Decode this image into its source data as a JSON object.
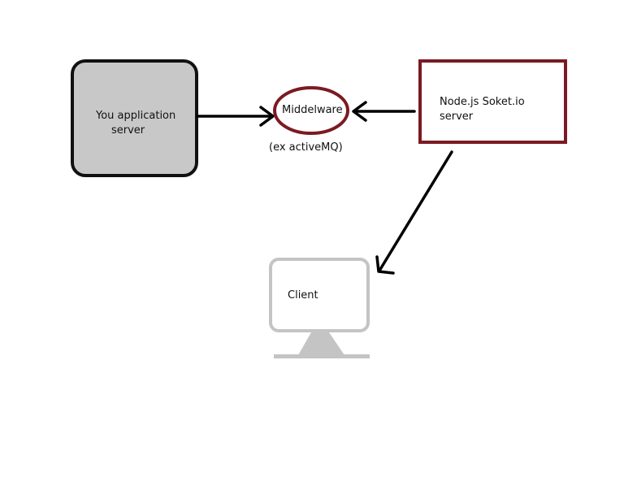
{
  "colors": {
    "background": "#ffffff",
    "app_server_fill": "#c8c8c8",
    "app_server_border": "#111111",
    "accent_maroon": "#7b1a22",
    "client_gray": "#c4c4c4",
    "arrow": "#000000",
    "text": "#111111"
  },
  "nodes": {
    "app_server": {
      "line1": "You application",
      "line2": "server"
    },
    "middleware": {
      "label": "Middelware",
      "caption": "(ex activeMQ)"
    },
    "node_server": {
      "line1": "Node.js Soket.io",
      "line2": "server"
    },
    "client": {
      "label": "Client",
      "icon": "monitor-icon"
    }
  },
  "edges": [
    {
      "from": "app_server",
      "to": "middleware"
    },
    {
      "from": "node_server",
      "to": "middleware"
    },
    {
      "from": "node_server",
      "to": "client"
    }
  ]
}
